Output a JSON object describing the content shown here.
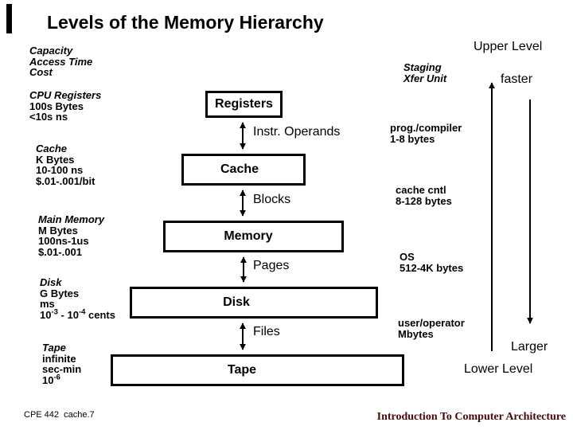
{
  "slide": {
    "title": "Levels of the Memory Hierarchy",
    "footer_left": "CPE 442  cache.7",
    "footer_right": "Introduction To Computer Architecture"
  },
  "left": {
    "caption": {
      "l1": "Capacity",
      "l2": "Access Time",
      "l3": "Cost"
    },
    "cpu": {
      "name": "CPU Registers",
      "l1": "100s Bytes",
      "l2": "<10s ns"
    },
    "cache": {
      "name": "Cache",
      "l1": "K Bytes",
      "l2": "10-100 ns",
      "l3": "$.01-.001/bit"
    },
    "memory": {
      "name": "Main Memory",
      "l1": "M Bytes",
      "l2": "100ns-1us",
      "l3": "$.01-.001"
    },
    "disk": {
      "name": "Disk",
      "l1": "G Bytes",
      "l2": "ms",
      "cost_base1": "10",
      "cost_sup1": "-3",
      "cost_mid": " - 10",
      "cost_sup2": "-4",
      "cost_tail": " cents"
    },
    "tape": {
      "name": "Tape",
      "l1": "infinite",
      "l2": "sec-min",
      "cost_base1": "10",
      "cost_sup1": "-6"
    }
  },
  "boxes": {
    "registers": "Registers",
    "cache": "Cache",
    "memory": "Memory",
    "disk": "Disk",
    "tape": "Tape"
  },
  "transfers": {
    "reg_cache": "Instr. Operands",
    "cache_mem": "Blocks",
    "mem_disk": "Pages",
    "disk_tape": "Files"
  },
  "right": {
    "upper_level": "Upper Level",
    "staging": {
      "l1": "Staging",
      "l2": "Xfer Unit"
    },
    "faster": "faster",
    "prog": {
      "l1": "prog./compiler",
      "l2": "1-8 bytes"
    },
    "cache_cntl": {
      "l1": "cache cntl",
      "l2": "8-128 bytes"
    },
    "os": {
      "l1": "OS",
      "l2": "512-4K bytes"
    },
    "user": {
      "l1": "user/operator",
      "l2": "Mbytes"
    },
    "larger": "Larger",
    "lower_level": "Lower Level"
  },
  "colors": {
    "ink": "#000000",
    "bg": "#ffffff",
    "footer_accent": "#4a0808"
  }
}
